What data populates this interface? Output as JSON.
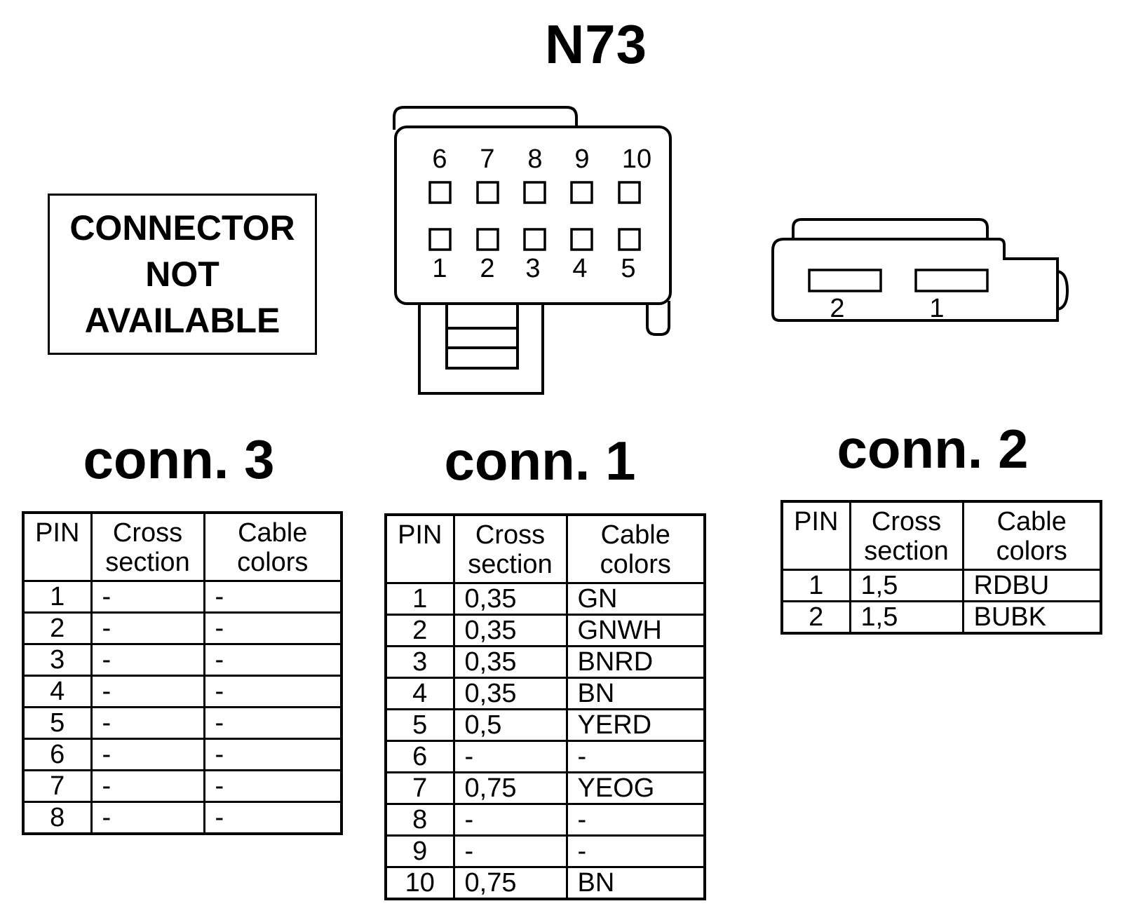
{
  "title": "N73",
  "not_available": [
    "CONNECTOR",
    "NOT",
    "AVAILABLE"
  ],
  "connector1_diagram": {
    "top_pins": [
      "6",
      "7",
      "8",
      "9",
      "10"
    ],
    "bottom_pins": [
      "1",
      "2",
      "3",
      "4",
      "5"
    ]
  },
  "connector2_diagram": {
    "pins": [
      "2",
      "1"
    ]
  },
  "headers": {
    "pin": "PIN",
    "cross": [
      "Cross",
      "section"
    ],
    "cable": [
      "Cable",
      "colors"
    ]
  },
  "conn3": {
    "title": "conn. 3",
    "rows": [
      {
        "pin": "1",
        "cross": "-",
        "color": "-"
      },
      {
        "pin": "2",
        "cross": "-",
        "color": "-"
      },
      {
        "pin": "3",
        "cross": "-",
        "color": "-"
      },
      {
        "pin": "4",
        "cross": "-",
        "color": "-"
      },
      {
        "pin": "5",
        "cross": "-",
        "color": "-"
      },
      {
        "pin": "6",
        "cross": "-",
        "color": "-"
      },
      {
        "pin": "7",
        "cross": "-",
        "color": "-"
      },
      {
        "pin": "8",
        "cross": "-",
        "color": "-"
      }
    ]
  },
  "conn1": {
    "title": "conn. 1",
    "rows": [
      {
        "pin": "1",
        "cross": "0,35",
        "color": "GN"
      },
      {
        "pin": "2",
        "cross": "0,35",
        "color": "GNWH"
      },
      {
        "pin": "3",
        "cross": "0,35",
        "color": "BNRD"
      },
      {
        "pin": "4",
        "cross": "0,35",
        "color": "BN"
      },
      {
        "pin": "5",
        "cross": "0,5",
        "color": "YERD"
      },
      {
        "pin": "6",
        "cross": "-",
        "color": "-"
      },
      {
        "pin": "7",
        "cross": "0,75",
        "color": "YEOG"
      },
      {
        "pin": "8",
        "cross": "-",
        "color": "-"
      },
      {
        "pin": "9",
        "cross": "-",
        "color": "-"
      },
      {
        "pin": "10",
        "cross": "0,75",
        "color": "BN"
      }
    ]
  },
  "conn2": {
    "title": "conn. 2",
    "rows": [
      {
        "pin": "1",
        "cross": "1,5",
        "color": "RDBU"
      },
      {
        "pin": "2",
        "cross": "1,5",
        "color": "BUBK"
      }
    ]
  }
}
